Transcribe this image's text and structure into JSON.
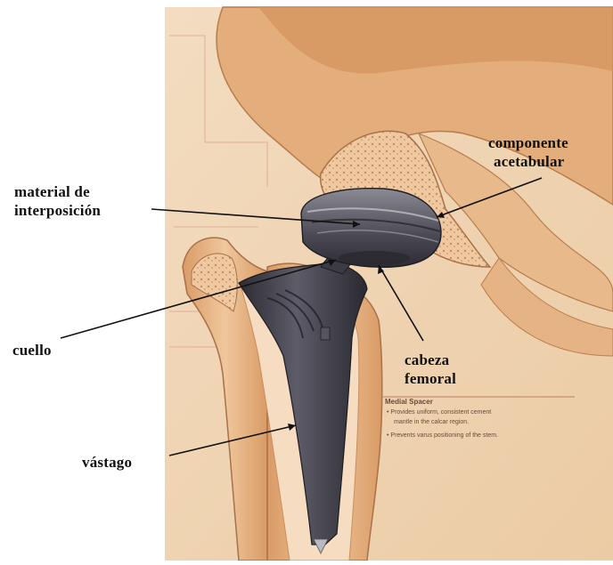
{
  "labels": {
    "material_line1": "material de",
    "material_line2": "interposición",
    "componente_line1": "componente",
    "componente_line2": "acetabular",
    "cuello": "cuello",
    "cabeza_line1": "cabeza",
    "cabeza_line2": "femoral",
    "vastago": "vástago"
  },
  "inset_note": {
    "title": "Medial Spacer",
    "bullet1_line1": "• Provides uniform, consistent cement",
    "bullet1_line2": "mantle in the calcar region.",
    "bullet2": "• Prevents varus positioning of the stem."
  },
  "colors": {
    "background_tan": "#f0d3b0",
    "bone": "#e8b98a",
    "bone_dark": "#c98e5c",
    "implant": "#3f3e47",
    "label_text": "#111111"
  }
}
